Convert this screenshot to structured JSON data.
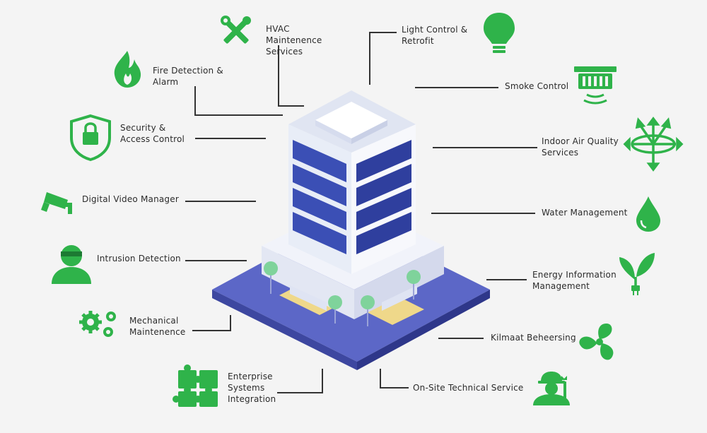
{
  "colors": {
    "icon_green": "#2fb34a",
    "connector": "#333333",
    "building_face_light": "#e8edf7",
    "building_face_side": "#f7f8fc",
    "window_blue": "#3b4fb5",
    "ground": "#5c67c7",
    "tree": "#7fd39b"
  },
  "services": {
    "hvac": {
      "line1": "HVAC",
      "line2": "Maintenence",
      "line3": "Services",
      "icon": "tools-icon"
    },
    "fire": {
      "line1": "Fire Detection &",
      "line2": "Alarm",
      "icon": "flame-icon"
    },
    "security": {
      "line1": "Security &",
      "line2": "Access Control",
      "icon": "shield-lock-icon"
    },
    "video": {
      "line1": "Digital Video Manager",
      "icon": "cctv-camera-icon"
    },
    "intrusion": {
      "line1": "Intrusion Detection",
      "icon": "burglar-icon"
    },
    "mechanical": {
      "line1": "Mechanical",
      "line2": "Maintenence",
      "icon": "gears-icon"
    },
    "enterprise": {
      "line1": "Enterprise",
      "line2": "Systems",
      "line3": "Integration",
      "icon": "puzzle-icon"
    },
    "light": {
      "line1": "Light Control &",
      "line2": "Retrofit",
      "icon": "lightbulb-icon"
    },
    "smoke": {
      "line1": "Smoke Control",
      "icon": "smoke-detector-icon"
    },
    "air": {
      "line1": "Indoor Air Quality",
      "line2": "Services",
      "icon": "air-flow-icon"
    },
    "water": {
      "line1": "Water Management",
      "icon": "water-drop-icon"
    },
    "energy": {
      "line1": "Energy Information",
      "line2": "Management",
      "icon": "plant-plug-icon"
    },
    "klimaat": {
      "line1": "Kilmaat Beheersing",
      "icon": "fan-icon"
    },
    "onsite": {
      "line1": "On-Site Technical Service",
      "icon": "technician-icon"
    }
  }
}
